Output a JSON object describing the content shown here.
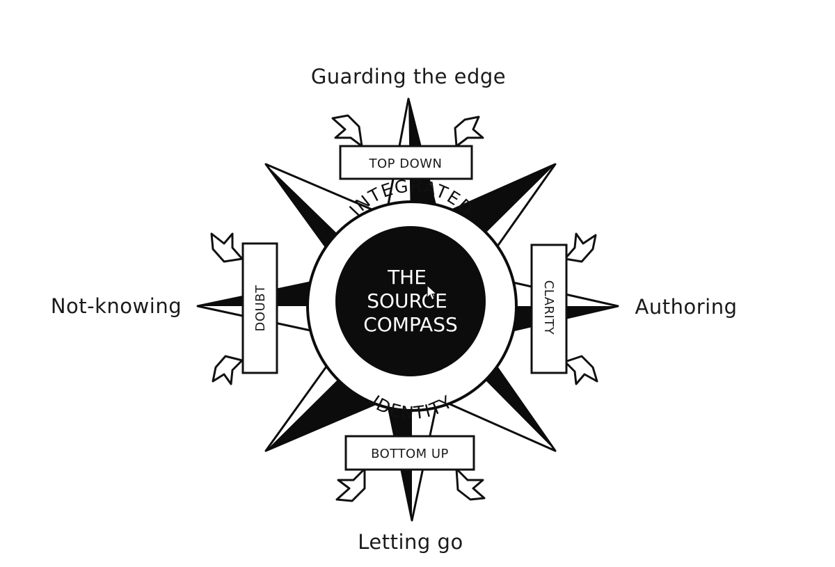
{
  "directions": {
    "north": "Guarding the edge",
    "south": "Letting go",
    "west": "Not-knowing",
    "east": "Authoring"
  },
  "banners": {
    "top": "TOP DOWN",
    "bottom": "BOTTOM UP",
    "left": "DOUBT",
    "right": "CLARITY"
  },
  "ring": {
    "top": "INTEGRATED",
    "bottom": "IDENTITY"
  },
  "center": {
    "line1": "THE",
    "line2": "SOURCE",
    "line3": "COMPASS"
  },
  "colors": {
    "ink": "#0c0c0c",
    "paper": "#ffffff"
  }
}
